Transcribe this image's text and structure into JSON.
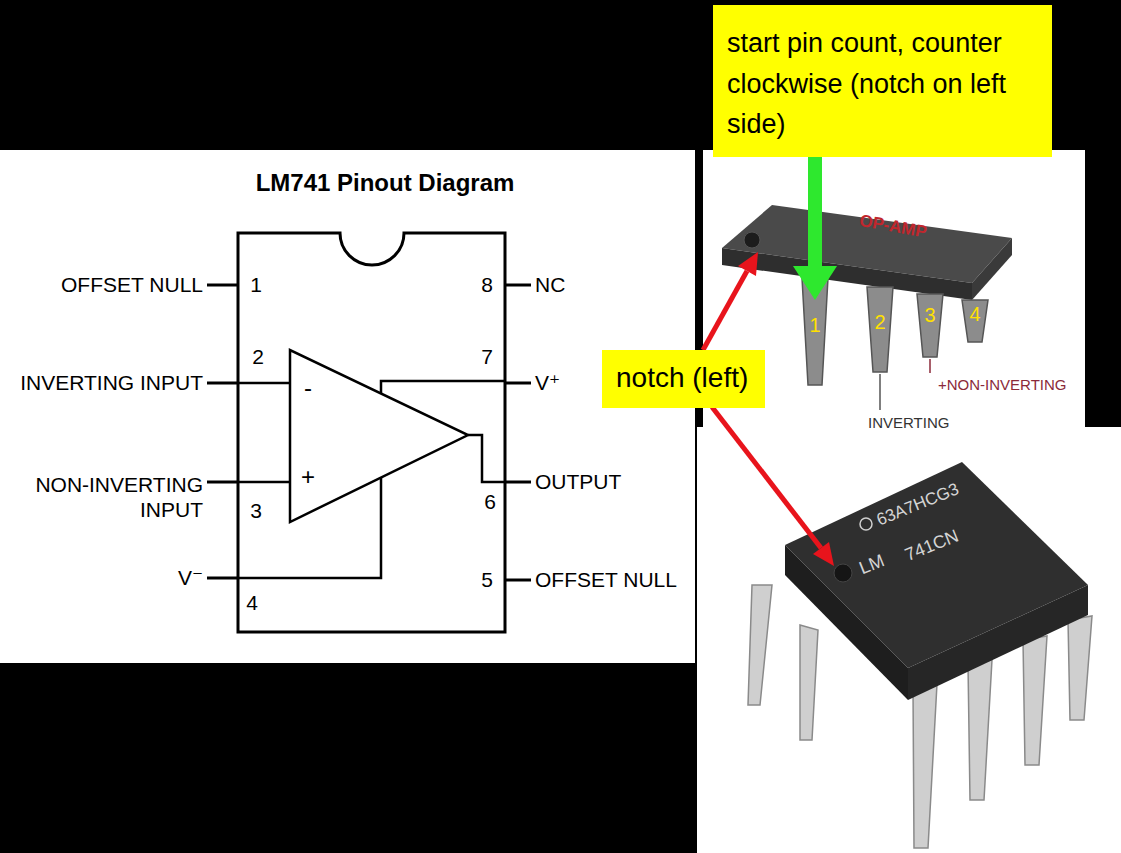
{
  "diagram": {
    "title": "LM741 Pinout Diagram",
    "nodes": [
      {
        "text": [
          "start pin count, counter clockwise (notch on left side)"
        ]
      },
      {
        "text": [
          "notch (left)"
        ]
      }
    ],
    "labels": [
      "OFFSET NULL",
      "1",
      "INVERTING INPUT",
      "2",
      "NON-INVERTING INPUT",
      "3",
      "V⁻",
      "4",
      "8",
      "NC",
      "7",
      "V⁺",
      "6",
      "OUTPUT",
      "5",
      "OFFSET NULL",
      "-",
      "+",
      "OP-AMP",
      "1",
      "2",
      "3",
      "4",
      "+NON-INVERTING",
      "INVERTING",
      "63A7HCG3",
      "LM",
      "741CN"
    ]
  }
}
